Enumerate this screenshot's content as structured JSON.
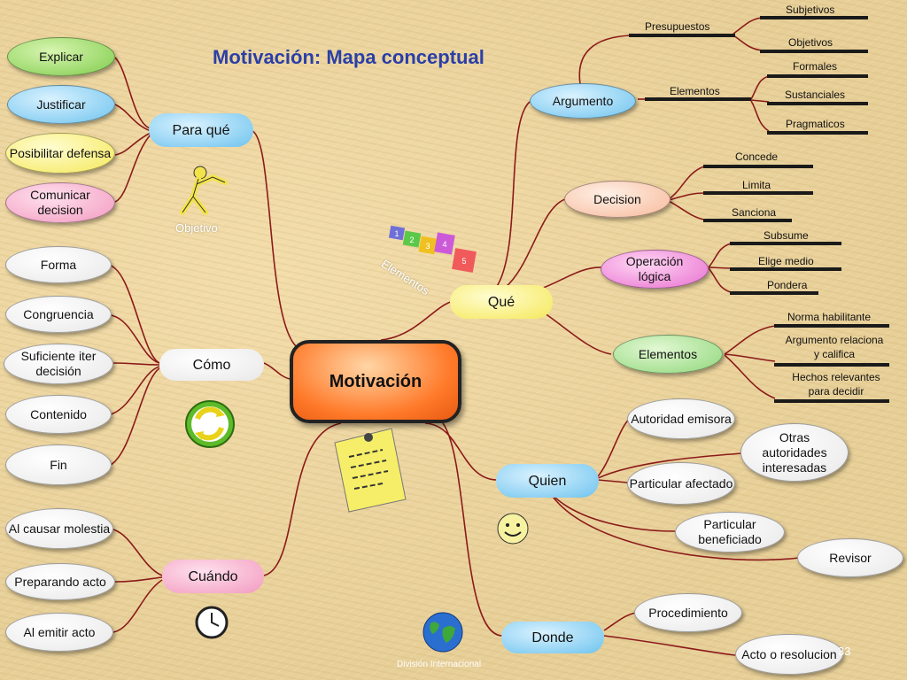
{
  "title": "Motivación: Mapa conceptual",
  "center": "Motivación",
  "branches": {
    "para_que": {
      "label": "Para qué",
      "children": [
        "Explicar",
        "Justificar",
        "Posibilitar defensa",
        "Comunicar decision"
      ],
      "caption": "Objetivo"
    },
    "como": {
      "label": "Cómo",
      "children": [
        "Forma",
        "Congruencia",
        "Suficiente iter decisión",
        "Contenido",
        "Fin"
      ]
    },
    "cuando": {
      "label": "Cuándo",
      "children": [
        "Al causar molestia",
        "Preparando acto",
        "Al emitir acto"
      ]
    },
    "que": {
      "label": "Qué",
      "caption": "Elementos",
      "blocks": [
        "1",
        "2",
        "3",
        "4",
        "5"
      ]
    },
    "quien": {
      "label": "Quien",
      "children": [
        "Autoridad emisora",
        "Otras autoridades interesadas",
        "Particular afectado",
        "Particular beneficiado",
        "Revisor"
      ]
    },
    "donde": {
      "label": "Donde",
      "children": [
        "Procedimiento",
        "Acto o resolucion"
      ]
    }
  },
  "argumento": {
    "label": "Argumento",
    "presupuestos": {
      "label": "Presupuestos",
      "items": [
        "Subjetivos",
        "Objetivos"
      ]
    },
    "elementos": {
      "label": "Elementos",
      "items": [
        "Formales",
        "Sustanciales",
        "Pragmaticos"
      ]
    }
  },
  "decision": {
    "label": "Decision",
    "items": [
      "Concede",
      "Limita",
      "Sanciona"
    ]
  },
  "operacion": {
    "label": "Operación lógica",
    "items": [
      "Subsume",
      "Elige medio",
      "Pondera"
    ]
  },
  "elementos": {
    "label": "Elementos",
    "items": [
      "Norma habilitante",
      "Argumento relaciona y califica",
      "Hechos relevantes para decidir"
    ]
  },
  "footer": {
    "text": "División Internacional",
    "page": "33"
  },
  "icons": [
    "running-figure-icon",
    "recycle-icon",
    "clock-icon",
    "sticky-note-icon",
    "smiley-icon",
    "globe-icon",
    "numbered-blocks-icon"
  ]
}
